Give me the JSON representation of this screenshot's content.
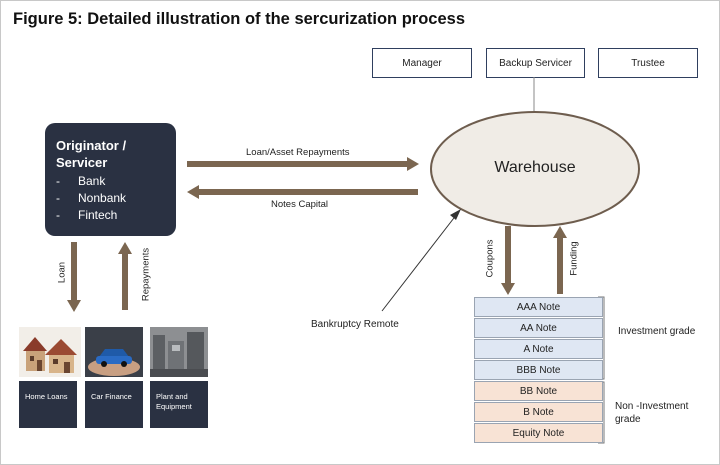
{
  "title": "Figure 5: Detailed illustration of the sercurization process",
  "top_boxes": [
    "Manager",
    "Backup Servicer",
    "Trustee"
  ],
  "originator": {
    "title_line1": "Originator /",
    "title_line2": "Servicer",
    "items": [
      "Bank",
      "Nonbank",
      "Fintech"
    ]
  },
  "warehouse": "Warehouse",
  "flows": {
    "loan_repayments": "Loan/Asset Repayments",
    "notes_capital": "Notes Capital",
    "loan": "Loan",
    "repayments": "Repayments",
    "coupons": "Coupons",
    "funding": "Funding",
    "bankruptcy_remote": "Bankruptcy Remote"
  },
  "tranches": {
    "investment": [
      "AAA Note",
      "AA Note",
      "A Note",
      "BBB Note"
    ],
    "non_investment": [
      "BB Note",
      "B Note",
      "Equity Note"
    ]
  },
  "grades": {
    "investment": "Investment grade",
    "non_investment_line1": "Non -Investment",
    "non_investment_line2": "grade"
  },
  "assets": [
    "Home Loans",
    "Car Finance",
    "Plant and Equipment"
  ],
  "colors": {
    "dark_box": "#2a3142",
    "arrow": "#7b6650",
    "ellipse_fill": "#f0ece6",
    "investment_fill": "#dfe7f3",
    "non_investment_fill": "#f8e3d5"
  }
}
